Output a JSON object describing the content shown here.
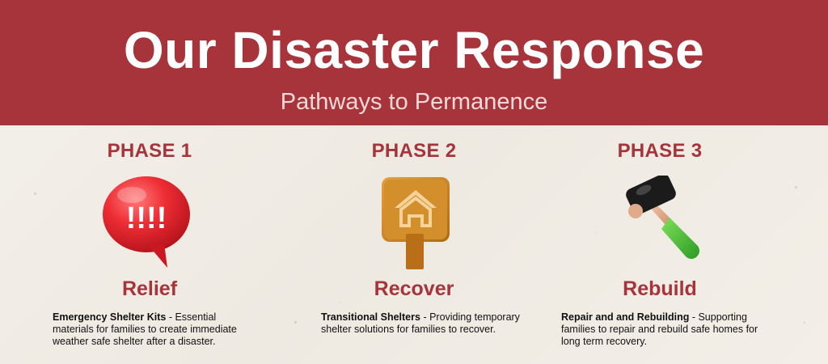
{
  "banner": {
    "title": "Our Disaster Response",
    "subtitle": "Pathways to Permanence"
  },
  "phases": [
    {
      "label": "PHASE 1",
      "name": "Relief",
      "icon": "alert-speech-bubble-icon",
      "icon_text": "!!!!",
      "desc_bold": "Emergency Shelter Kits",
      "desc_text": " - Essential materials for families to create immediate weather safe shelter after a disaster."
    },
    {
      "label": "PHASE 2",
      "name": "Recover",
      "icon": "house-signpost-icon",
      "desc_bold": "Transitional Shelters",
      "desc_text": " - Providing temporary shelter solutions for families to recover."
    },
    {
      "label": "PHASE 3",
      "name": "Rebuild",
      "icon": "hammer-icon",
      "desc_bold": "Repair and and Rebuilding",
      "desc_text": " - Supporting families to repair and rebuild safe homes for long term recovery."
    }
  ],
  "colors": {
    "brand_red": "#a6343a",
    "background": "#f1ede6"
  }
}
